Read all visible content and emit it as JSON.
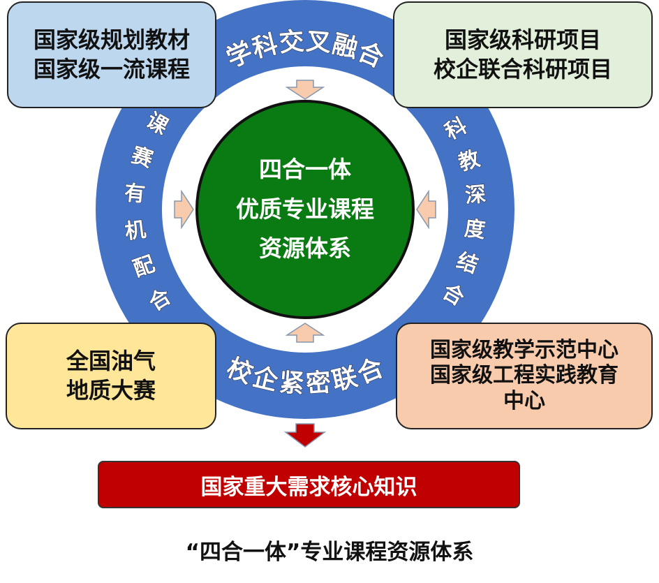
{
  "colors": {
    "ring": "#4472c4",
    "center": "#0a7a12",
    "red": "#c00000",
    "arrow": "#f8cbad",
    "box_tl": "#bdd7ee",
    "box_tr": "#e2efda",
    "box_bl": "#ffe699",
    "box_br": "#f8cbad"
  },
  "ring_labels": {
    "top": "学科交叉融合",
    "bottom": "校企紧密联合",
    "left": "课赛有机配合",
    "right": "科教深度结合"
  },
  "center": {
    "lines": [
      "四合一体",
      "优质专业课程",
      "资源体系"
    ]
  },
  "boxes": {
    "top_left": [
      "国家级规划教材",
      "国家级一流课程"
    ],
    "top_right": [
      "国家级科研项目",
      "校企联合科研项目"
    ],
    "bottom_left": [
      "全国油气",
      "地质大赛"
    ],
    "bottom_right": [
      "国家级教学示范中心",
      "国家级工程实践教育",
      "中心"
    ]
  },
  "output": "国家重大需求核心知识",
  "caption": "“四合一体”专业课程资源体系"
}
